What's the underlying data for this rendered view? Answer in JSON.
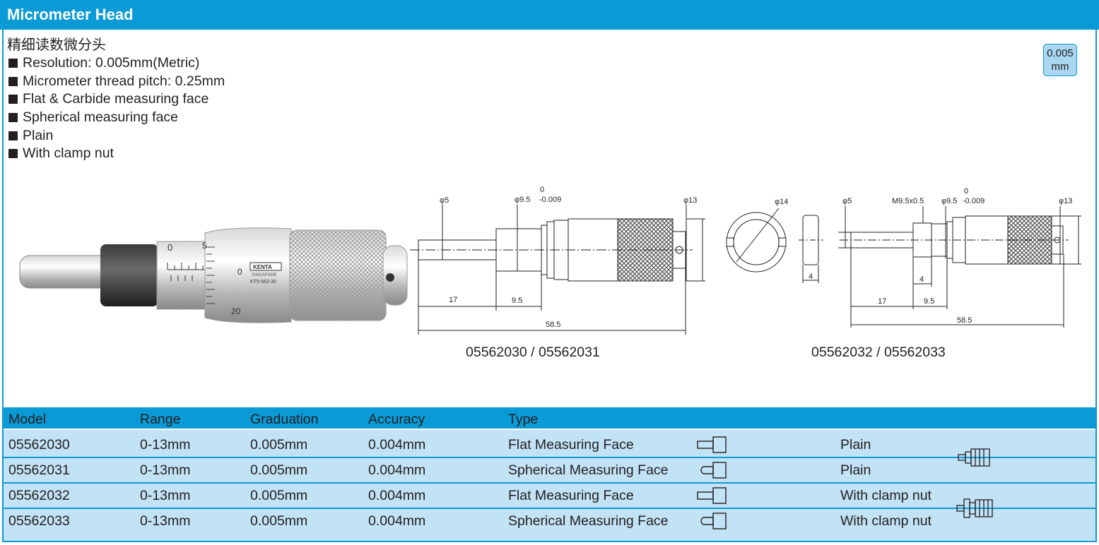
{
  "header": {
    "title": "Micrometer Head"
  },
  "subtitle": "精细读数微分头",
  "features": [
    "Resolution: 0.005mm(Metric)",
    "Micrometer thread pitch: 0.25mm",
    "Flat & Carbide measuring face",
    "Spherical measuring face",
    "Plain",
    "With clamp nut"
  ],
  "resolution_badge": {
    "value": "0.005",
    "unit": "mm"
  },
  "photo": {
    "logo_text": "KENTA",
    "small_text": "SINGAPORE",
    "model_text": "KT5-562-30",
    "scale_0": "0",
    "scale_5": "5",
    "scale_20": "20"
  },
  "drawing_a": {
    "caption": "05562030 / 05562031",
    "spindle_dia": "φ5",
    "sleeve_dia": "φ9.5",
    "sleeve_tol_upper": "0",
    "sleeve_tol_lower": "-0.009",
    "body_dia": "φ13",
    "len_spindle": "17",
    "len_sleeve": "9.5",
    "len_total": "58.5"
  },
  "clamp_nut": {
    "dia": "φ14",
    "width": "4"
  },
  "drawing_b": {
    "caption": "05562032 / 05562033",
    "spindle_dia": "φ5",
    "thread": "M9.5x0.5",
    "sleeve_dia": "φ9.5",
    "sleeve_tol_upper": "0",
    "sleeve_tol_lower": "-0.009",
    "body_dia": "φ13",
    "len_nut": "4",
    "len_spindle": "17",
    "len_sleeve": "9.5",
    "len_total": "58.5"
  },
  "table": {
    "headers": {
      "model": "Model",
      "range": "Range",
      "graduation": "Graduation",
      "accuracy": "Accuracy",
      "type": "Type"
    },
    "rows": [
      {
        "model": "05562030",
        "range": "0-13mm",
        "graduation": "0.005mm",
        "accuracy": "0.004mm",
        "face": "Flat Measuring Face",
        "style": "Plain",
        "face_icon": "flat-face-icon"
      },
      {
        "model": "05562031",
        "range": "0-13mm",
        "graduation": "0.005mm",
        "accuracy": "0.004mm",
        "face": "Spherical Measuring Face",
        "style": "Plain",
        "face_icon": "spherical-face-icon"
      },
      {
        "model": "05562032",
        "range": "0-13mm",
        "graduation": "0.005mm",
        "accuracy": "0.004mm",
        "face": "Flat Measuring Face",
        "style": "With clamp nut",
        "face_icon": "flat-face-icon"
      },
      {
        "model": "05562033",
        "range": "0-13mm",
        "graduation": "0.005mm",
        "accuracy": "0.004mm",
        "face": "Spherical Measuring Face",
        "style": "With clamp nut",
        "face_icon": "spherical-face-icon"
      }
    ]
  },
  "colors": {
    "accent": "#0a9ad6",
    "row_bg": "#c2e2f5",
    "badge_bg": "#a9d6f0"
  }
}
